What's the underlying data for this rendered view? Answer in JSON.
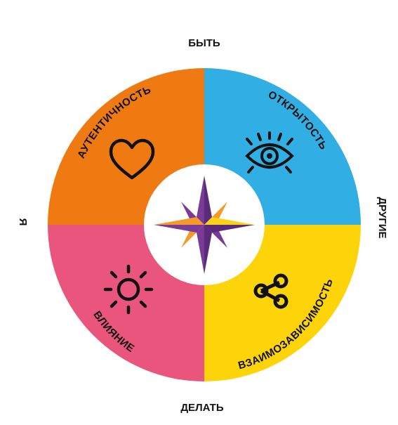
{
  "axes": {
    "top": "БЫТЬ",
    "bottom": "ДЕЛАТЬ",
    "left": "Я",
    "right": "ДРУГИЕ"
  },
  "quadrants": [
    {
      "id": "authenticity",
      "label": "АУТЕНТИЧНОСТЬ",
      "icon": "heart-icon",
      "color": "#ef7a12"
    },
    {
      "id": "openness",
      "label": "ОТКРЫТОСТЬ",
      "icon": "eye-icon",
      "color": "#31aee3"
    },
    {
      "id": "influence",
      "label": "ВЛИЯНИЕ",
      "icon": "sun-icon",
      "color": "#e9557d"
    },
    {
      "id": "interdependence",
      "label": "ВЗАИМОЗАВИСИМОСТЬ",
      "icon": "share-icon",
      "color": "#fdd409"
    }
  ],
  "compass": {
    "colors": {
      "purple": "#7a3b96",
      "purple_dark": "#5b2a78",
      "orange": "#f39a2a",
      "yellow": "#fbd21a"
    }
  }
}
